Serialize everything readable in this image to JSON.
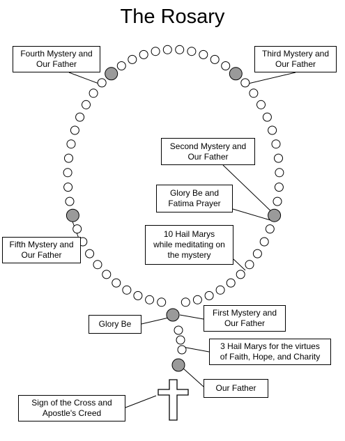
{
  "title": "The Rosary",
  "labels": {
    "fourth_mystery": "Fourth Mystery and\nOur Father",
    "third_mystery": "Third Mystery and\nOur Father",
    "second_mystery": "Second Mystery and\nOur Father",
    "glory_be_fatima": "Glory Be and\nFatima Prayer",
    "ten_hail_marys": "10 Hail Marys\nwhile meditating on\nthe mystery",
    "fifth_mystery": "Fifth Mystery and\nOur Father",
    "glory_be": "Glory Be",
    "first_mystery": "First Mystery and\nOur Father",
    "three_hail_marys": "3 Hail Marys for the virtues\nof Faith, Hope, and Charity",
    "our_father": "Our Father",
    "sign_of_cross": "Sign of the Cross and\nApostle's Creed"
  },
  "colors": {
    "hail_mary_bead": "#ffffff",
    "our_father_bead": "#9a9a9a",
    "line": "#000000"
  }
}
